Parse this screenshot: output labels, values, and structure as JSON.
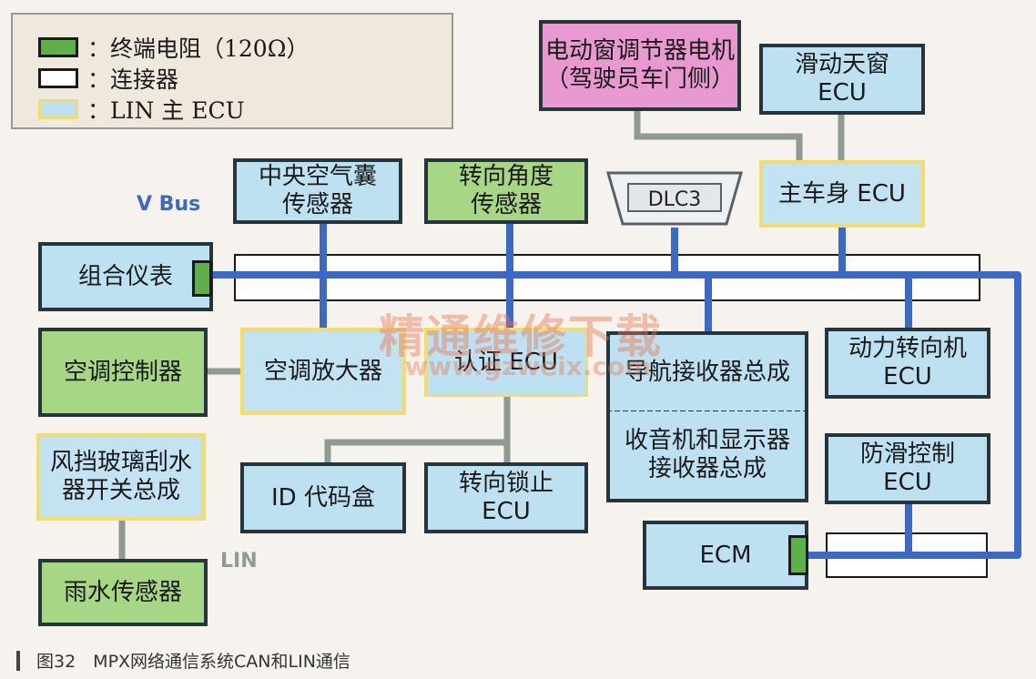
{
  "legend": {
    "items": [
      {
        "label": "：终端电阻（120Ω）"
      },
      {
        "label": "：连接器"
      },
      {
        "label": "：LIN 主 ECU"
      }
    ]
  },
  "bus_labels": {
    "vbus": "V Bus",
    "lin": "LIN"
  },
  "nodes": {
    "window_motor": "电动窗调节器电机\n（驾驶员车门侧）",
    "sunroof": "滑动天窗\nECU",
    "main_body": "主车身 ECU",
    "dlc3": "DLC3",
    "airbag": "中央空气囊\n传感器",
    "steering_angle": "转向角度\n传感器",
    "meter": "组合仪表",
    "ac_ctrl": "空调控制器",
    "ac_amp": "空调放大器",
    "cert": "认证 ECU",
    "nav": "导航接收器总成",
    "radio": "收音机和显示器\n接收器总成",
    "eps": "动力转向机\nECU",
    "wiper": "风挡玻璃刮水\n器开关总成",
    "rain": "雨水传感器",
    "id_box": "ID 代码盒",
    "steer_lock": "转向锁止\nECU",
    "abs": "防滑控制\nECU",
    "ecm": "ECM"
  },
  "watermark": {
    "title": "精通维修下载",
    "url": "www.gzweix.com"
  },
  "caption": "图32　MPX网络通信系统CAN和LIN通信",
  "colors": {
    "can_bus": "#3c68c6",
    "lin_wire": "#8e9a92",
    "terminator": "#5fb04a",
    "lin_master_border": "#f2dc6c"
  }
}
